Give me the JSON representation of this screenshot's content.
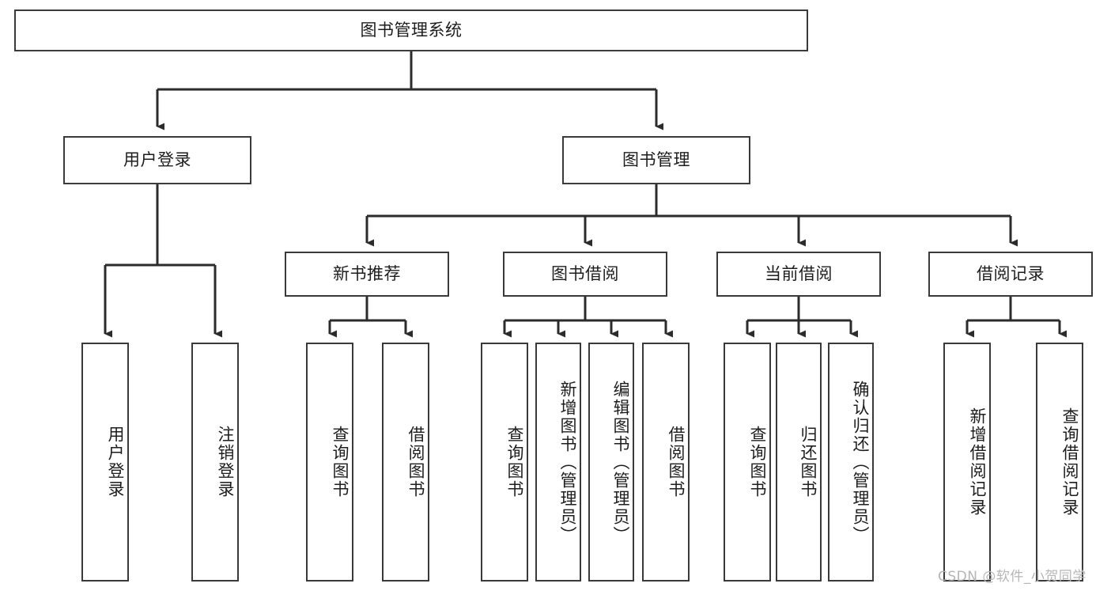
{
  "diagram": {
    "kind": "hierarchy-tree",
    "title": "图书管理系统",
    "root": {
      "label": "图书管理系统"
    },
    "level2": [
      {
        "label": "用户登录"
      },
      {
        "label": "图书管理"
      }
    ],
    "level3": [
      {
        "label": "新书推荐"
      },
      {
        "label": "图书借阅"
      },
      {
        "label": "当前借阅"
      },
      {
        "label": "借阅记录"
      }
    ],
    "leaves": {
      "user_login": [
        {
          "label": "用户登录"
        },
        {
          "label": "注销登录"
        }
      ],
      "new_book_recommend": [
        {
          "label": "查询图书"
        },
        {
          "label": "借阅图书"
        }
      ],
      "book_borrow": [
        {
          "label": "查询图书"
        },
        {
          "label": "新增图书（管理员）"
        },
        {
          "label": "编辑图书（管理员）"
        },
        {
          "label": "借阅图书"
        }
      ],
      "current_borrow": [
        {
          "label": "查询图书"
        },
        {
          "label": "归还图书"
        },
        {
          "label": "确认归还（管理员）"
        }
      ],
      "borrow_record": [
        {
          "label": "新增借阅记录"
        },
        {
          "label": "查询借阅记录"
        }
      ]
    },
    "watermark": "CSDN @软件_小贺同学",
    "colors": {
      "background": "#ffffff",
      "box_border": "#3a3a3a",
      "box_fill": "#ffffff",
      "text": "#1d1d1d",
      "connector": "#2b2b2b",
      "watermark": "#b6b6b6"
    }
  }
}
